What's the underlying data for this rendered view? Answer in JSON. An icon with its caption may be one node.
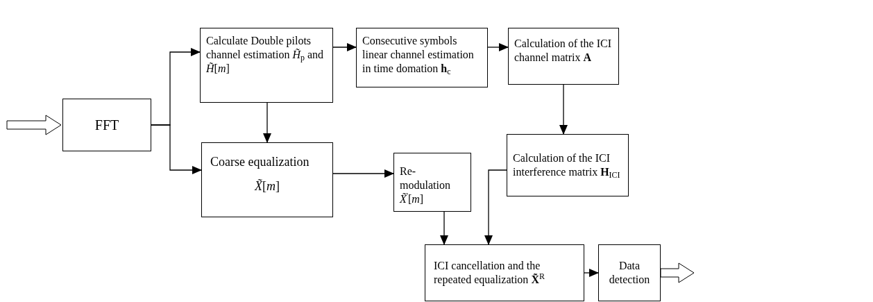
{
  "diagram": {
    "nodes": [
      {
        "text": [
          "FFT"
        ]
      },
      {
        "text": [
          "Calculate Double pilots channel estimation *H̃*$_{p}$ and *H̃*[*m*]"
        ]
      },
      {
        "text": [
          "Consecutive symbols linear channel estimation in time domation **h**$_{c}$"
        ]
      },
      {
        "text": [
          "Calculation of the ICI channel matrix **A**"
        ]
      },
      {
        "text": [
          "Coarse equalization",
          "*X̃*[*m*]"
        ]
      },
      {
        "text": [
          "Re-modulation *X̃*$^{'}$[*m*]"
        ]
      },
      {
        "text": [
          "Calculation of the ICI interference matrix **H**$_{ICI}$"
        ]
      },
      {
        "text": [
          "ICI cancellation and the repeated equalization **X̃**$^{R}$"
        ]
      },
      {
        "text": [
          "Data detection"
        ]
      }
    ],
    "edges": [
      {
        "from": null,
        "to": 0,
        "arrow": "to",
        "style": "thick"
      },
      {
        "from": 0,
        "to": 1,
        "arrow": "to"
      },
      {
        "from": 0,
        "to": 4,
        "arrow": "to"
      },
      {
        "from": 1,
        "to": 2,
        "arrow": "to"
      },
      {
        "from": 2,
        "to": 3,
        "arrow": "to"
      },
      {
        "from": 1,
        "to": 4,
        "arrow": "to"
      },
      {
        "from": 3,
        "to": 6,
        "arrow": "to"
      },
      {
        "from": 4,
        "to": 5,
        "arrow": "to"
      },
      {
        "from": 5,
        "to": 7,
        "arrow": "to"
      },
      {
        "from": 6,
        "to": 7,
        "arrow": "to"
      },
      {
        "from": 7,
        "to": 8,
        "arrow": "to"
      },
      {
        "from": 8,
        "to": null,
        "arrow": "to",
        "style": "thick"
      }
    ]
  }
}
